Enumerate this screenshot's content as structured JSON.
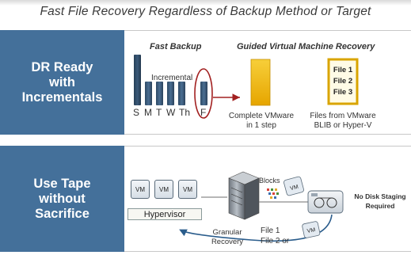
{
  "subtitle": "Fast File Recovery Regardless of Backup Method or Target",
  "panel1": {
    "label": "DR Ready\nwith\nIncrementals",
    "fast_backup_title": "Fast Backup",
    "guided_title": "Guided Virtual Machine Recovery",
    "incremental_label": "Incremental",
    "day_labels": [
      "S",
      "M",
      "T",
      "W",
      "Th",
      "F"
    ],
    "complete_caption_1": "Complete VMware",
    "complete_caption_2": "in 1 step",
    "files": [
      "File 1",
      "File 2",
      "File 3"
    ],
    "files_caption_1": "Files from VMware",
    "files_caption_2": "BLIB or Hyper-V"
  },
  "panel2": {
    "label": "Use Tape\nwithout\nSacrifice",
    "vm_label": "VM",
    "hypervisor_label": "Hypervisor",
    "blocks_label": "Blocks",
    "no_disk_1": "No Disk Staging",
    "no_disk_2": "Required",
    "granular_1": "Granular",
    "granular_2": "Recovery",
    "file_1": "File 1",
    "file_2": "File 2 or"
  },
  "colors": {
    "band": "#44709a",
    "bar_full": "#2e4a64",
    "bar_incremental": "#3d5f82",
    "accent_red": "#a22020",
    "vmware_gold": "#f2b807"
  }
}
